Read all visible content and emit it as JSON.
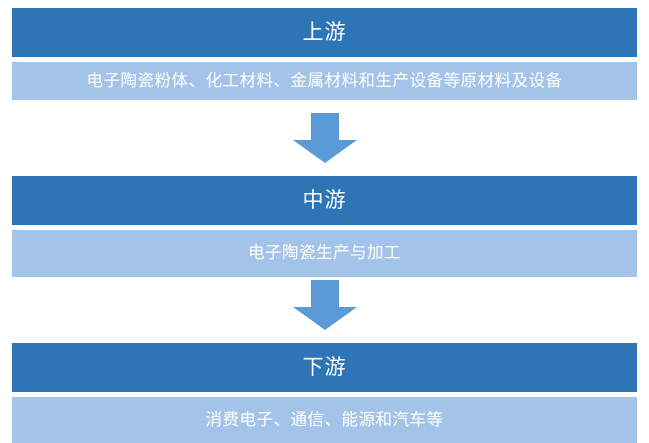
{
  "diagram": {
    "type": "value-chain-flow",
    "orientation": "vertical-top-to-bottom",
    "colors": {
      "header_fill": "#2E75B6",
      "body_fill": "#A3C4E8",
      "arrow_fill": "#5B9BD5",
      "text": "#FFFFFF",
      "background": "#FFFFFF"
    },
    "stages": [
      {
        "id": "upstream",
        "header": "上游",
        "body": "电子陶瓷粉体、化工材料、金属材料和生产设备等原材料及设备"
      },
      {
        "id": "midstream",
        "header": "中游",
        "body": "电子陶瓷生产与加工"
      },
      {
        "id": "downstream",
        "header": "下游",
        "body": "消费电子、通信、能源和汽车等"
      }
    ],
    "connectors": [
      {
        "id": "upstream-to-midstream",
        "icon": "down-arrow-icon"
      },
      {
        "id": "midstream-to-downstream",
        "icon": "down-arrow-icon"
      }
    ]
  }
}
